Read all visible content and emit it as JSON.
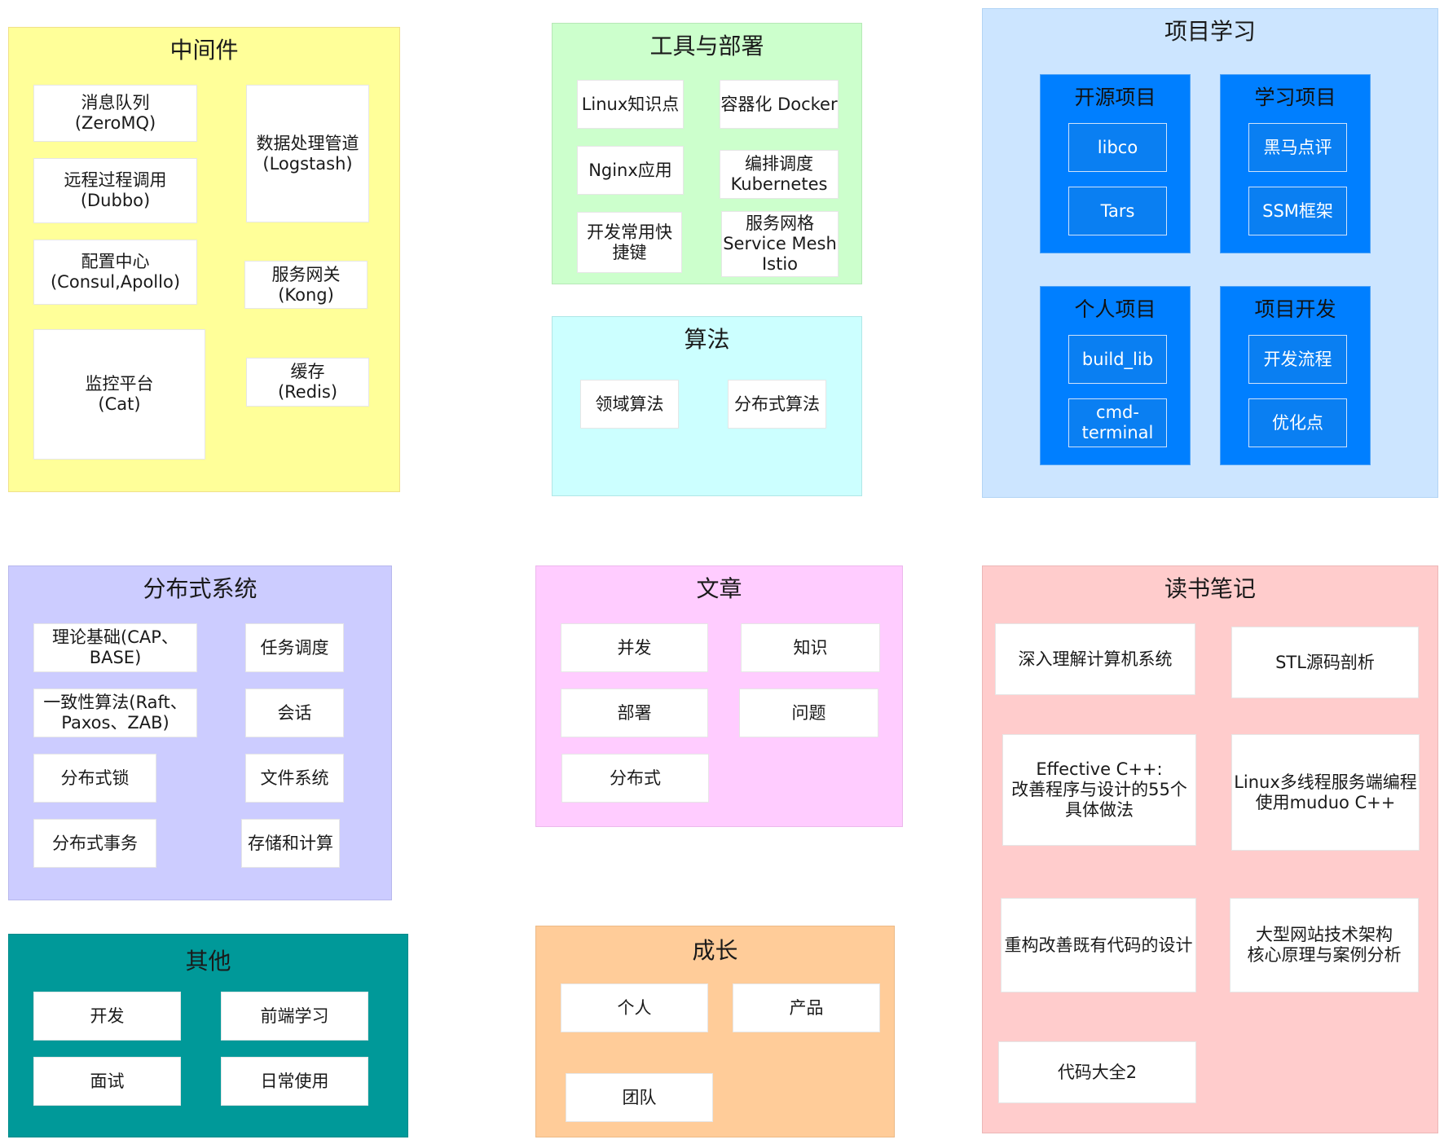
{
  "groups": {
    "middleware": {
      "title": "中间件",
      "items": [
        "消息队列\n(ZeroMQ)",
        "数据处理管道\n(Logstash)",
        "远程过程调用\n(Dubbo)",
        "配置中心\n(Consul,Apollo)",
        "服务网关\n(Kong)",
        "监控平台\n(Cat)",
        "缓存\n(Redis)"
      ]
    },
    "tools": {
      "title": "工具与部署",
      "items": [
        "Linux知识点",
        "容器化 Docker",
        "Nginx应用",
        "编排调度\nKubernetes",
        "开发常用快\n捷键",
        "服务网格\nService Mesh\nIstio"
      ]
    },
    "algorithm": {
      "title": "算法",
      "items": [
        "领域算法",
        "分布式算法"
      ]
    },
    "projects": {
      "title": "项目学习",
      "open_source": {
        "title": "开源项目",
        "items": [
          "libco",
          "Tars"
        ]
      },
      "learning": {
        "title": "学习项目",
        "items": [
          "黑马点评",
          "SSM框架"
        ]
      },
      "personal": {
        "title": "个人项目",
        "items": [
          "build_lib",
          "cmd-\nterminal"
        ]
      },
      "development": {
        "title": "项目开发",
        "items": [
          "开发流程",
          "优化点"
        ]
      }
    },
    "distributed": {
      "title": "分布式系统",
      "items": [
        "理论基础(CAP、\nBASE)",
        "任务调度",
        "一致性算法(Raft、\nPaxos、ZAB)",
        "会话",
        "分布式锁",
        "文件系统",
        "分布式事务",
        "存储和计算"
      ]
    },
    "articles": {
      "title": "文章",
      "items": [
        "并发",
        "知识",
        "部署",
        "问题",
        "分布式"
      ]
    },
    "reading": {
      "title": "读书笔记",
      "items": [
        "深入理解计算机系统",
        "STL源码剖析",
        "Effective C++:\n改善程序与设计的55个\n具体做法",
        "Linux多线程服务端编程\n使用muduo C++",
        "重构改善既有代码的设计",
        "大型网站技术架构\n核心原理与案例分析",
        "代码大全2"
      ]
    },
    "other": {
      "title": "其他",
      "items": [
        "开发",
        "前端学习",
        "面试",
        "日常使用"
      ]
    },
    "growth": {
      "title": "成长",
      "items": [
        "个人",
        "产品",
        "团队"
      ]
    }
  },
  "colors": {
    "middleware": "#ffff99",
    "tools": "#ccffcc",
    "algorithm": "#ccffff",
    "projects": "#cce5ff",
    "project_box": "#007fff",
    "distributed": "#ccccff",
    "articles": "#ffccff",
    "reading": "#ffcccc",
    "other": "#009999",
    "growth": "#ffcc99"
  }
}
